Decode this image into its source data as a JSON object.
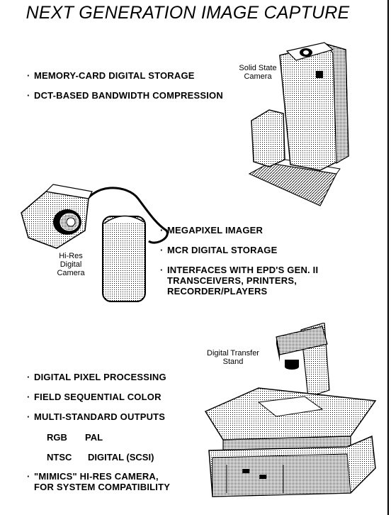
{
  "title": "NEXT GENERATION IMAGE CAPTURE",
  "section1": {
    "caption": "Solid State\nCamera",
    "bullets": [
      "MEMORY-CARD DIGITAL STORAGE",
      "DCT-BASED BANDWIDTH COMPRESSION"
    ]
  },
  "section2": {
    "caption": "Hi-Res\nDigital\nCamera",
    "bullets": [
      "MEGAPIXEL IMAGER",
      "MCR DIGITAL STORAGE"
    ],
    "bullet3_lines": [
      "INTERFACES WITH EPD'S GEN. II",
      "TRANSCEIVERS, PRINTERS,",
      "RECORDER/PLAYERS"
    ]
  },
  "section3": {
    "caption": "Digital Transfer\nStand",
    "bullets": [
      "DIGITAL PIXEL PROCESSING",
      "FIELD SEQUENTIAL COLOR",
      "MULTI-STANDARD OUTPUTS"
    ],
    "outputs": [
      [
        "RGB",
        "PAL"
      ],
      [
        "NTSC",
        "DIGITAL (SCSI)"
      ]
    ],
    "bullet4_lines": [
      "\"MIMICS\" HI-RES CAMERA,",
      "FOR SYSTEM COMPATIBILITY"
    ]
  },
  "bullet_marker": "·"
}
